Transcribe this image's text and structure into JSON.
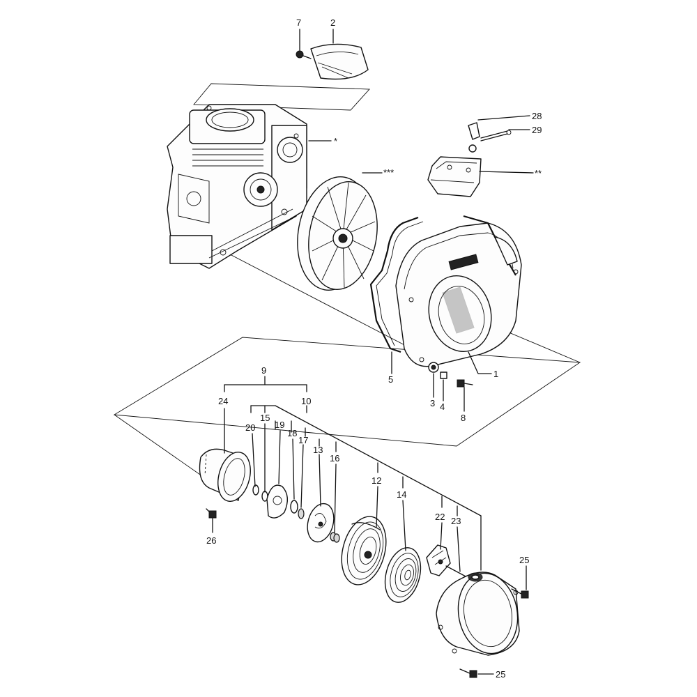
{
  "labels": {
    "p1": "1",
    "p2": "2",
    "p3": "3",
    "p4": "4",
    "p5": "5",
    "p7": "7",
    "p8": "8",
    "p9": "9",
    "p10": "10",
    "p12": "12",
    "p13": "13",
    "p14": "14",
    "p15": "15",
    "p16": "16",
    "p17": "17",
    "p18": "18",
    "p19": "19",
    "p20": "20",
    "p22": "22",
    "p23": "23",
    "p24": "24",
    "p25a": "25",
    "p25b": "25",
    "p26": "26",
    "p28": "28",
    "p29": "29",
    "star1": "*",
    "star2": "**",
    "star3": "***"
  }
}
